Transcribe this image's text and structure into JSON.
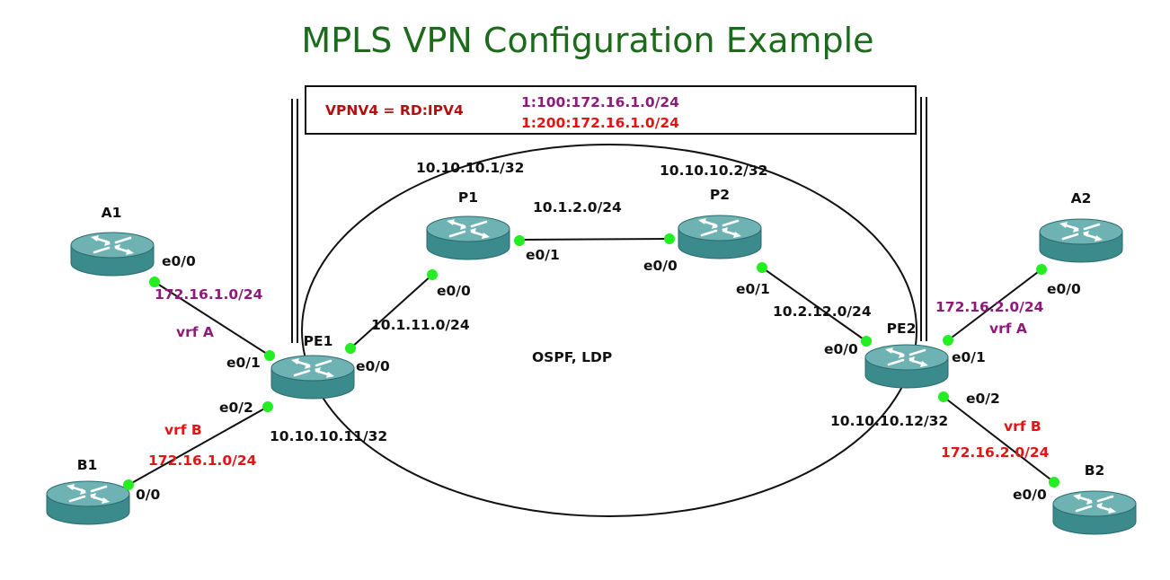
{
  "title": "MPLS VPN Configuration Example",
  "colors": {
    "title": "#1b6b1b",
    "router_body": "#3b8a8c",
    "router_top": "#6fb2b3",
    "port_dot": "#22ee22",
    "vrf_a": "#8e1a7a",
    "vrf_b": "#e01515"
  },
  "vpnv4_box": {
    "formula": "VPNV4 = RD:IPV4",
    "rd_a": "1:100:172.16.1.0/24",
    "rd_b": "1:200:172.16.1.0/24"
  },
  "core_protocols": "OSPF, LDP",
  "routers": {
    "A1": {
      "name": "A1",
      "icon": "router-icon"
    },
    "B1": {
      "name": "B1",
      "icon": "router-icon"
    },
    "PE1": {
      "name": "PE1",
      "icon": "router-icon",
      "loopback": "10.10.10.11/32"
    },
    "P1": {
      "name": "P1",
      "icon": "router-icon",
      "loopback": "10.10.10.1/32"
    },
    "P2": {
      "name": "P2",
      "icon": "router-icon",
      "loopback": "10.10.10.2/32"
    },
    "PE2": {
      "name": "PE2",
      "icon": "router-icon",
      "loopback": "10.10.10.12/32"
    },
    "A2": {
      "name": "A2",
      "icon": "router-icon"
    },
    "B2": {
      "name": "B2",
      "icon": "router-icon"
    }
  },
  "links": {
    "p1_p2": {
      "subnet": "10.1.2.0/24",
      "p1_port": "e0/1",
      "p2_port": "e0/0"
    },
    "pe1_p1": {
      "subnet": "10.1.11.0/24",
      "pe1_port": "e0/0",
      "p1_port": "e0/0"
    },
    "p2_pe2": {
      "subnet": "10.2.12.0/24",
      "p2_port": "e0/1",
      "pe2_port": "e0/0"
    },
    "a1_pe1": {
      "subnet": "172.16.1.0/24",
      "vrf": "vrf A",
      "a1_port": "e0/0",
      "pe1_port": "e0/1"
    },
    "b1_pe1": {
      "subnet": "172.16.1.0/24",
      "vrf": "vrf B",
      "b1_port": "0/0",
      "pe1_port": "e0/2"
    },
    "a2_pe2": {
      "subnet": "172.16.2.0/24",
      "vrf": "vrf A",
      "a2_port": "e0/0",
      "pe2_port": "e0/1"
    },
    "b2_pe2": {
      "subnet": "172.16.2.0/24",
      "vrf": "vrf B",
      "b2_port": "e0/0",
      "pe2_port": "e0/2"
    }
  }
}
